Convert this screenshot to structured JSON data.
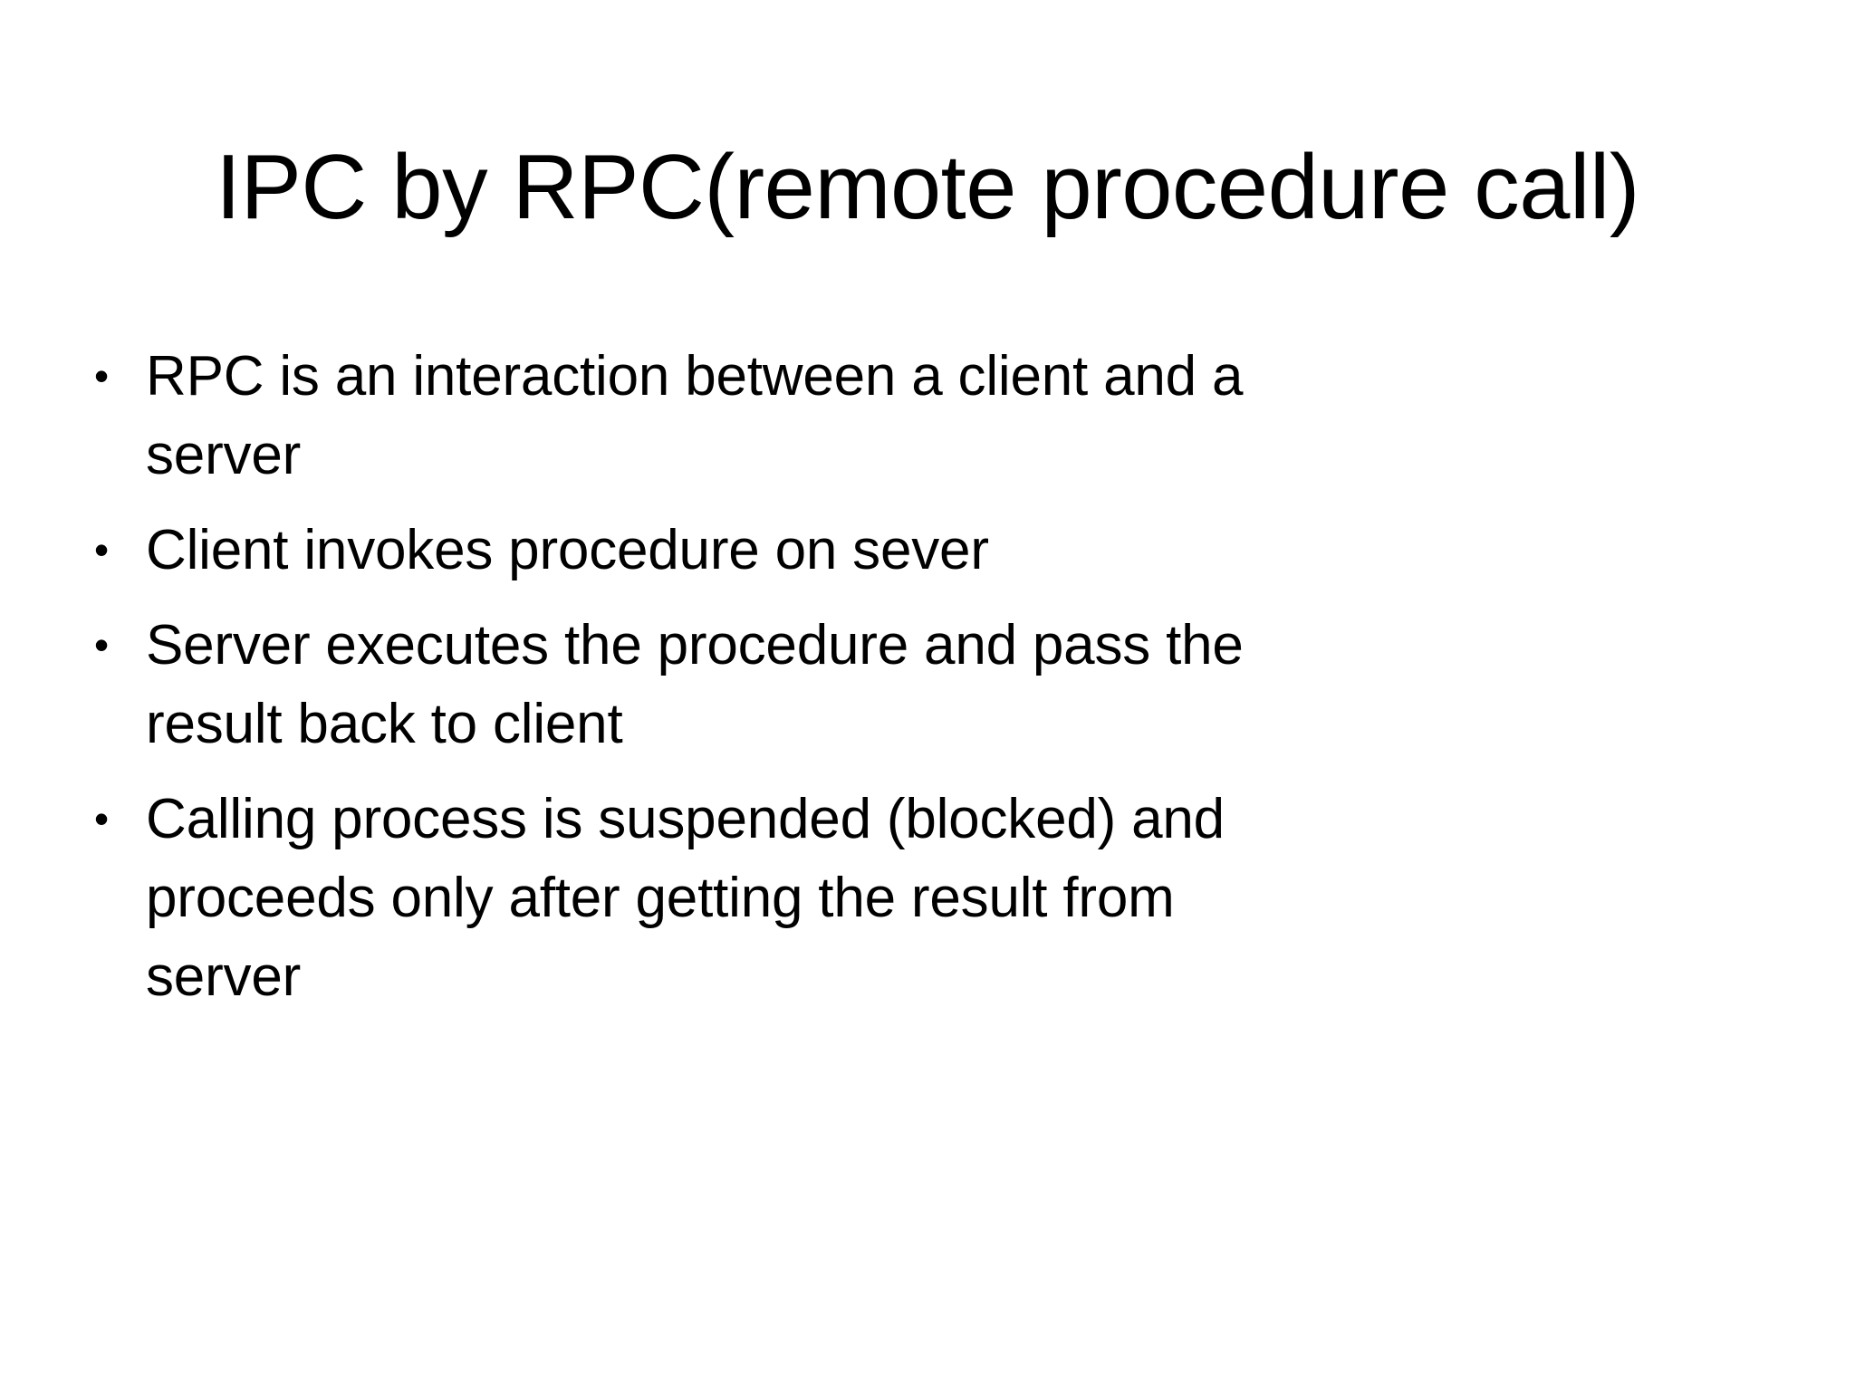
{
  "slide": {
    "background_color": "#ffffff",
    "text_color": "#000000",
    "title": "IPC by RPC(remote procedure call)",
    "bullet_marker": "•",
    "bullets": [
      {
        "text": "RPC is an interaction between a client and a server",
        "marker": "•"
      },
      {
        "text": "Client invokes procedure on sever",
        "marker": "•"
      },
      {
        "text": "Server executes the procedure and pass the result back to client",
        "marker": "•"
      },
      {
        "text": "Calling process is suspended (blocked) and proceeds only after getting the result from server",
        "marker": "•"
      }
    ]
  }
}
